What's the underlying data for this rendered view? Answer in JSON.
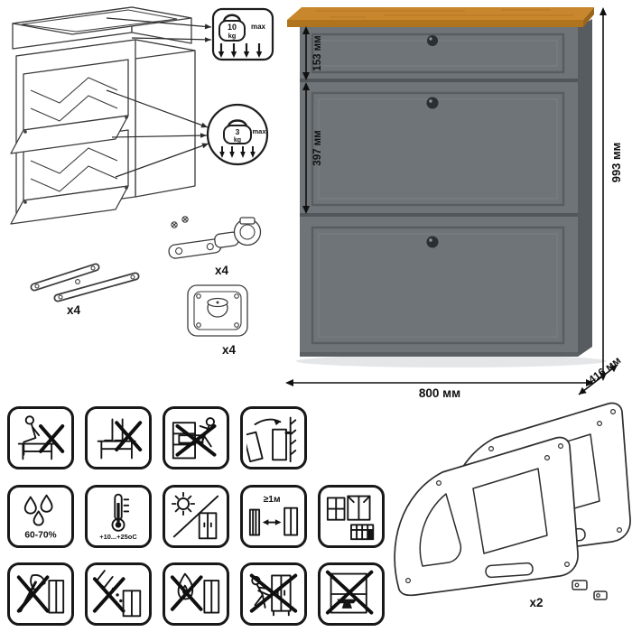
{
  "weight_callouts": {
    "drawer": {
      "value": "10",
      "unit": "kg",
      "max": "max"
    },
    "flap": {
      "value": "3",
      "unit": "kg",
      "max": "max"
    }
  },
  "hardware": {
    "stay_count": "x4",
    "hinge_count": "x4",
    "cam_count": "x4"
  },
  "cabinet": {
    "colors": {
      "front": "#6e7478",
      "side": "#575c60",
      "top_wood": "#c9872d",
      "gap": "#51565a",
      "knob": "#2b2f32"
    },
    "dimensions": {
      "drawer_height": "153 мм",
      "flap_height": "397 мм",
      "total_height": "993 мм",
      "width": "800 мм",
      "depth": "416 мм"
    }
  },
  "care": {
    "humidity": "60-70%",
    "temperature": "+10...+25оС",
    "heat_distance": "≥1м"
  },
  "panels": {
    "count": "x2"
  },
  "warning_icons": {
    "row1": [
      "no-sitting",
      "no-standing",
      "no-climbing-drawers",
      "secure-to-wall"
    ],
    "row2": [
      "humidity-range",
      "temperature-range",
      "avoid-direct-sunlight",
      "min-distance-from-heat",
      "ventilate-room"
    ],
    "row3": [
      "no-sharp-tools",
      "no-spilling-liquids",
      "no-open-flame",
      "no-moving-when-loaded",
      "no-heavy-objects"
    ]
  }
}
